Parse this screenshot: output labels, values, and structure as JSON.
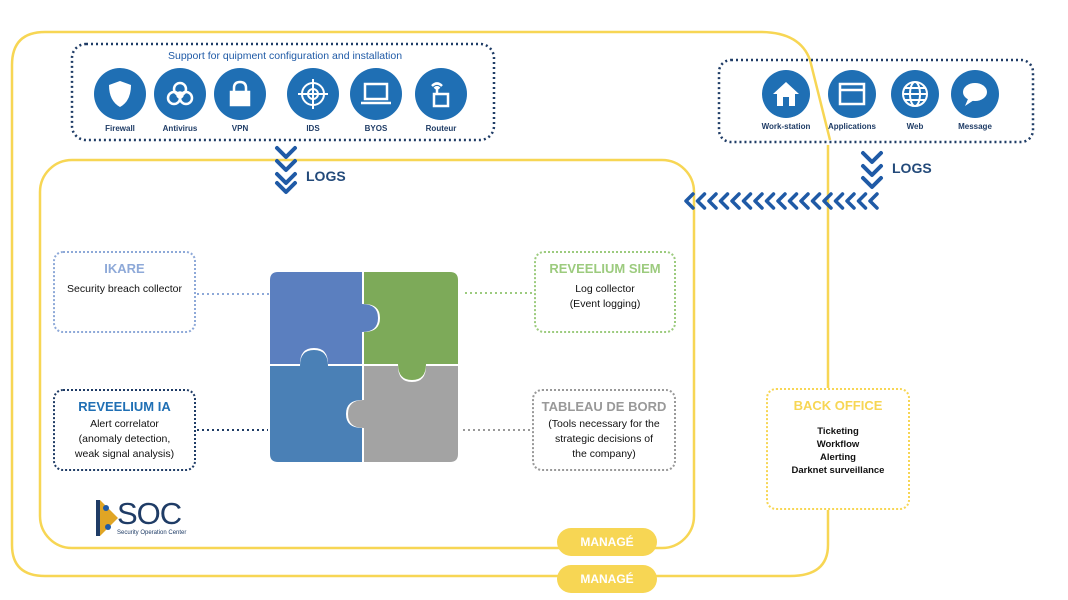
{
  "equipment": {
    "title": "Support for quipment configuration and installation",
    "items": [
      {
        "label": "Firewall",
        "icon": "shield-icon"
      },
      {
        "label": "Antivirus",
        "icon": "biohazard-icon"
      },
      {
        "label": "VPN",
        "icon": "padlock-icon"
      },
      {
        "label": "IDS",
        "icon": "crosshair-icon"
      },
      {
        "label": "BYOS",
        "icon": "laptop-icon"
      },
      {
        "label": "Routeur",
        "icon": "router-icon"
      }
    ]
  },
  "endpoints": {
    "items": [
      {
        "label": "Work-station",
        "icon": "house-icon"
      },
      {
        "label": "Applications",
        "icon": "window-icon"
      },
      {
        "label": "Web",
        "icon": "globe-icon"
      },
      {
        "label": "Message",
        "icon": "speech-bubble-icon"
      }
    ]
  },
  "logs_label_left": "LOGS",
  "logs_label_right": "LOGS",
  "modules": {
    "ikare": {
      "title": "IKARE",
      "desc": [
        "Security breach collector"
      ]
    },
    "siem": {
      "title": "REVEELIUM SIEM",
      "desc": [
        "Log collector",
        "(Event logging)"
      ]
    },
    "ia": {
      "title": "REVEELIUM IA",
      "desc": [
        "Alert correlator",
        "(anomaly detection,",
        "weak signal analysis)"
      ]
    },
    "tableau": {
      "title": "TABLEAU DE BORD",
      "desc": [
        "(Tools necessary for the",
        "strategic decisions of",
        "the company)"
      ]
    }
  },
  "back_office": {
    "title": "BACK OFFICE",
    "items": [
      "Ticketing",
      "Workflow",
      "Alerting",
      "Darknet surveillance"
    ]
  },
  "managed_inner": "MANAGÉ",
  "managed_outer": "MANAGÉ",
  "logo": {
    "text": "SOC",
    "subtitle": "Security Operation Center"
  },
  "colors": {
    "yellow": "#f7d654",
    "navy": "#1f3c66",
    "blue": "#1f6fb4",
    "piece_blue_light": "#5b7fbf",
    "piece_green": "#7daa59",
    "piece_blue_dark": "#4a80b6",
    "piece_gray": "#a3a3a3",
    "ikare": "#8ea9d8",
    "siem": "#9ccb7e",
    "ia": "#1f3c66",
    "tableau": "#999999"
  }
}
